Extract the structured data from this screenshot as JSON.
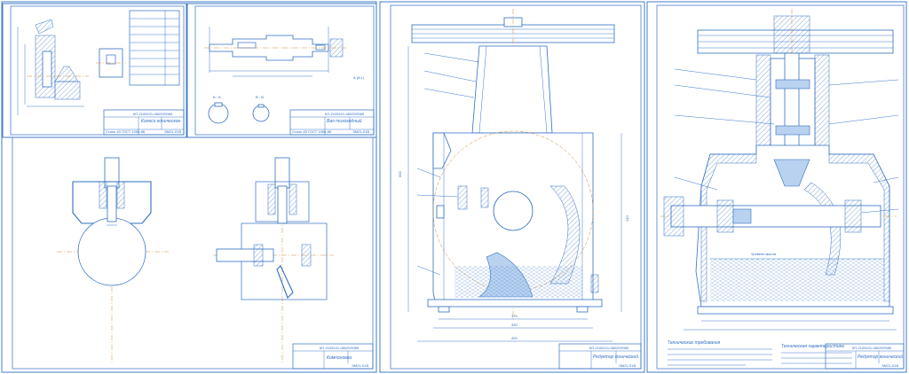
{
  "sheets": [
    {
      "id": "sheet-1",
      "doc_code": "КП-2105101-08025П089",
      "title": "Компоновка",
      "group": "ЭМ21-01В",
      "parts": [
        {
          "id": "part-a",
          "doc_code": "КП-2105101-08025П089",
          "title": "Колесо коническое",
          "material": "Сталь 40 ГОСТ 1050-88",
          "group": "ЭМ21-01В"
        },
        {
          "id": "part-b",
          "doc_code": "КП-2105101-08025П089",
          "title": "Вал тихоходный",
          "material": "Сталь 45 ГОСТ 1050-88",
          "group": "ЭМ21-01В"
        }
      ],
      "sections": [
        "Б - Б",
        "В - В"
      ],
      "view_label": "А (5:1)"
    },
    {
      "id": "sheet-2",
      "doc_code": "КП-2105101-08025П089",
      "title": "Редуктор конический",
      "group": "ЭМ21-01В",
      "dims": [
        "170",
        "330",
        "400",
        "500",
        "240"
      ]
    },
    {
      "id": "sheet-3",
      "doc_code": "КП-2105101-08025П089",
      "title": "Редуктор конический",
      "group": "ЭМ21-01В",
      "notes_title": "Технические требования",
      "spec_title": "Техническая характеристика",
      "oil_label": "Уровень масла"
    }
  ]
}
